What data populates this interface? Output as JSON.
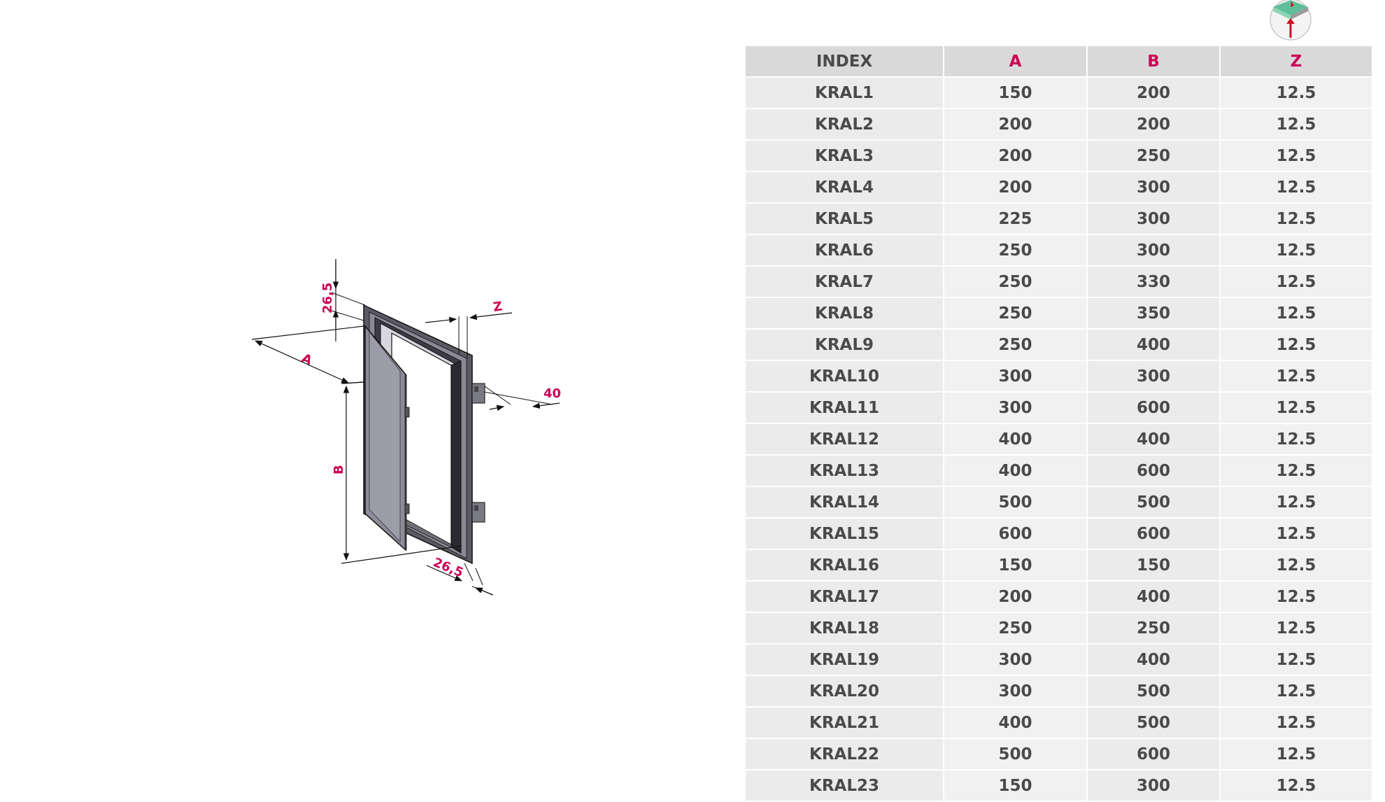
{
  "dimension_labels": {
    "a": "A",
    "b": "B",
    "z": "Z",
    "top_offset": "26,5",
    "bottom_offset": "26,5",
    "depth": "40"
  },
  "table": {
    "headers": [
      "INDEX",
      "A",
      "B",
      "Z"
    ],
    "rows": [
      [
        "KRAL1",
        "150",
        "200",
        "12.5"
      ],
      [
        "KRAL2",
        "200",
        "200",
        "12.5"
      ],
      [
        "KRAL3",
        "200",
        "250",
        "12.5"
      ],
      [
        "KRAL4",
        "200",
        "300",
        "12.5"
      ],
      [
        "KRAL5",
        "225",
        "300",
        "12.5"
      ],
      [
        "KRAL6",
        "250",
        "300",
        "12.5"
      ],
      [
        "KRAL7",
        "250",
        "330",
        "12.5"
      ],
      [
        "KRAL8",
        "250",
        "350",
        "12.5"
      ],
      [
        "KRAL9",
        "250",
        "400",
        "12.5"
      ],
      [
        "KRAL10",
        "300",
        "300",
        "12.5"
      ],
      [
        "KRAL11",
        "300",
        "600",
        "12.5"
      ],
      [
        "KRAL12",
        "400",
        "400",
        "12.5"
      ],
      [
        "KRAL13",
        "400",
        "600",
        "12.5"
      ],
      [
        "KRAL14",
        "500",
        "500",
        "12.5"
      ],
      [
        "KRAL15",
        "600",
        "600",
        "12.5"
      ],
      [
        "KRAL16",
        "150",
        "150",
        "12.5"
      ],
      [
        "KRAL17",
        "200",
        "400",
        "12.5"
      ],
      [
        "KRAL18",
        "250",
        "250",
        "12.5"
      ],
      [
        "KRAL19",
        "300",
        "400",
        "12.5"
      ],
      [
        "KRAL20",
        "300",
        "500",
        "12.5"
      ],
      [
        "KRAL21",
        "400",
        "500",
        "12.5"
      ],
      [
        "KRAL22",
        "500",
        "600",
        "12.5"
      ],
      [
        "KRAL23",
        "150",
        "300",
        "12.5"
      ]
    ]
  },
  "colors": {
    "accent": "#cc0055",
    "header_bg": "#d9d9d9",
    "row_bg": "#ebebeb",
    "row_alt_bg": "#f1f1f1",
    "text": "#4a4a4a",
    "badge_green": "#5fbf9a"
  },
  "icons": {
    "badge": "drywall-board-icon"
  }
}
